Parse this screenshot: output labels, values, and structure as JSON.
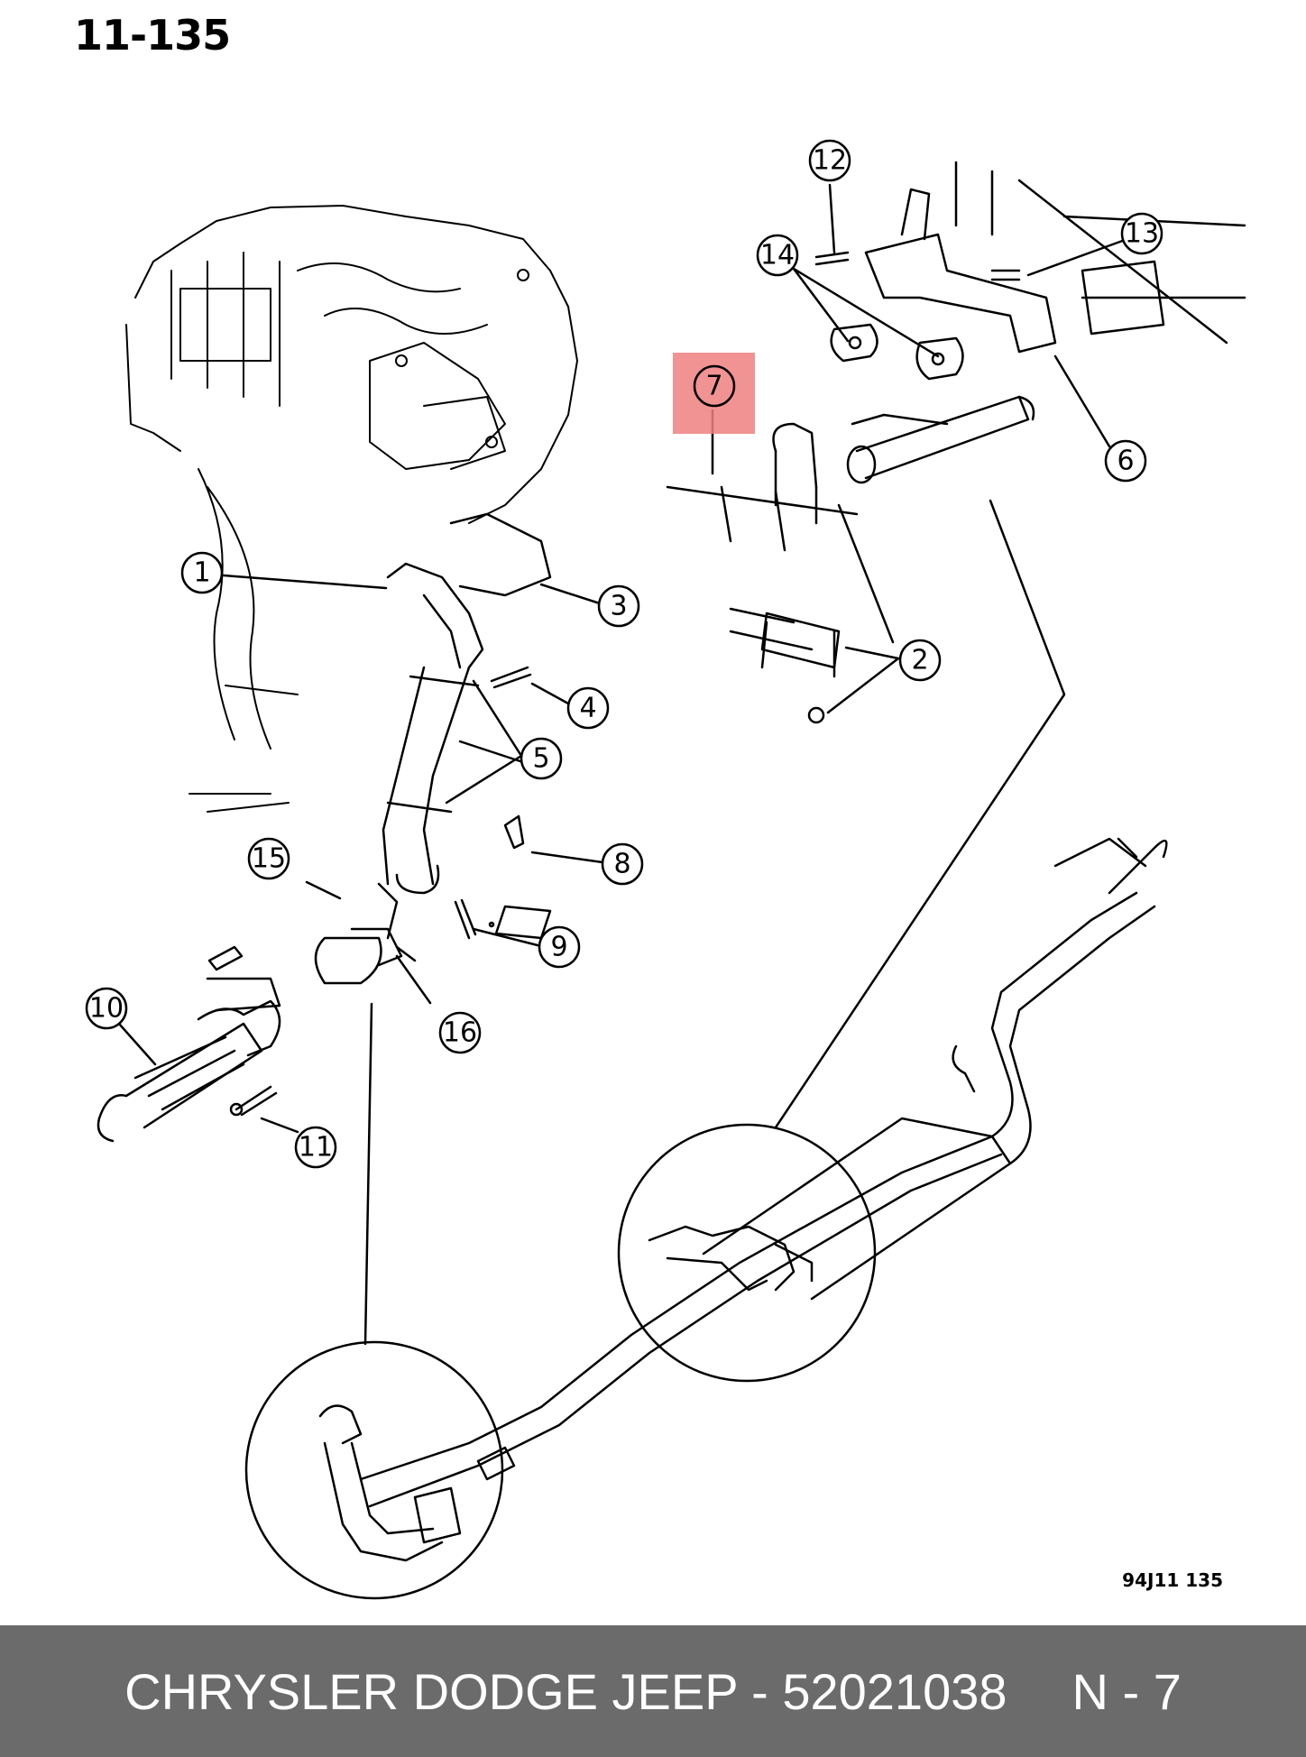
{
  "page_number": "11-135",
  "figure_code": "94J11  135",
  "callouts": [
    "1",
    "2",
    "3",
    "4",
    "5",
    "6",
    "7",
    "8",
    "9",
    "10",
    "11",
    "12",
    "13",
    "14",
    "15",
    "16"
  ],
  "highlight": {
    "callout": "7",
    "color": "#f08080"
  },
  "footer": {
    "part_text": "CHRYSLER DODGE JEEP - 52021038",
    "ref_text": "N - 7",
    "background": "#6b6b6b"
  }
}
